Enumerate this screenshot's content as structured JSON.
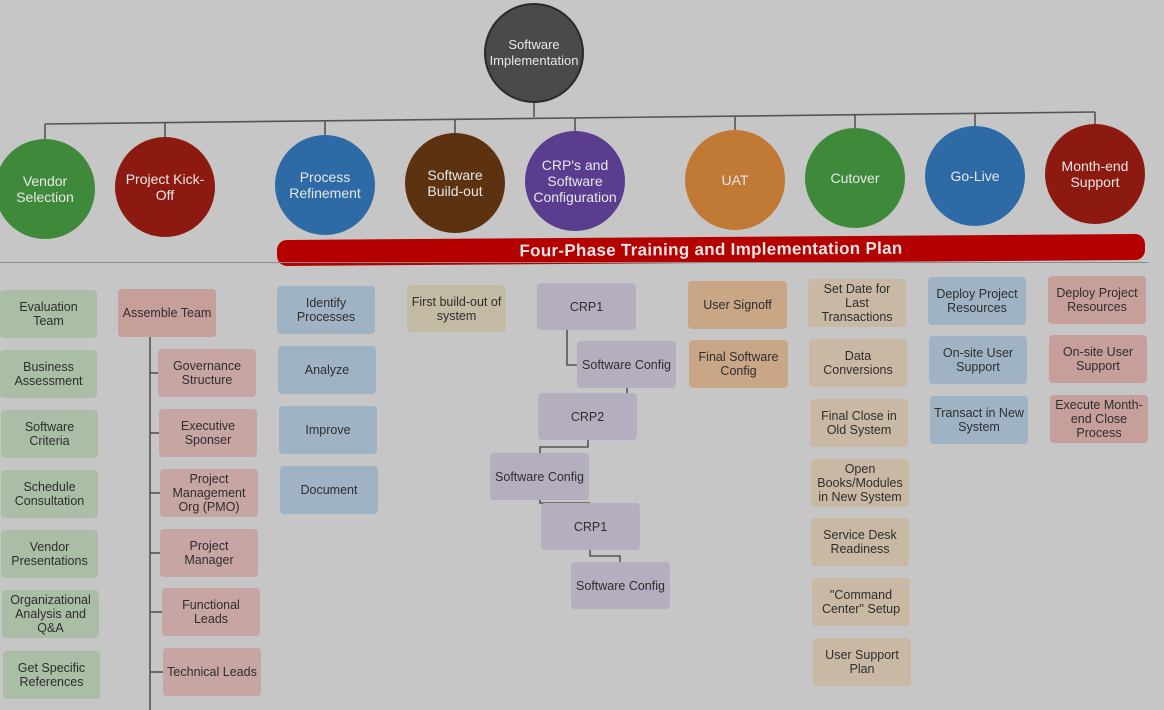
{
  "root": {
    "label": "Software Implementation"
  },
  "phases": [
    {
      "label": "Vendor Selection",
      "color": "#3f8a3a"
    },
    {
      "label": "Project Kick-Off",
      "color": "#8c1a10"
    },
    {
      "label": "Process Refinement",
      "color": "#2d6aa6"
    },
    {
      "label": "Software Build-out",
      "color": "#5c3210"
    },
    {
      "label": "CRP's and Software Configuration",
      "color": "#5a3d8f"
    },
    {
      "label": "UAT",
      "color": "#c07a35"
    },
    {
      "label": "Cutover",
      "color": "#3f8a3a"
    },
    {
      "label": "Go-Live",
      "color": "#2d6aa6"
    },
    {
      "label": "Month-end Support",
      "color": "#8c1a10"
    }
  ],
  "banner": {
    "label": "Four-Phase Training and Implementation Plan",
    "color": "#b50000"
  },
  "columns": {
    "vendor_selection": [
      "Evaluation Team",
      "Business Assessment",
      "Software Criteria",
      "Schedule Consultation",
      "Vendor Presentations",
      "Organizational Analysis and Q&A",
      "Get Specific References"
    ],
    "project_kickoff": {
      "head": "Assemble Team",
      "items": [
        "Governance Structure",
        "Executive Sponser",
        "Project Management Org (PMO)",
        "Project Manager",
        "Functional Leads",
        "Technical Leads"
      ]
    },
    "process_refinement": [
      "Identify Processes",
      "Analyze",
      "Improve",
      "Document"
    ],
    "software_buildout": [
      "First build-out of system"
    ],
    "crp": [
      "CRP1",
      "Software Config",
      "CRP2",
      "Software Config",
      "CRP1",
      "Software Config"
    ],
    "uat": [
      "User Signoff",
      "Final Software Config"
    ],
    "cutover": [
      "Set Date for Last Transactions",
      "Data Conversions",
      "Final Close in Old System",
      "Open Books/Modules in New System",
      "Service Desk Readiness",
      "\"Command Center\" Setup",
      "User Support Plan"
    ],
    "go_live": [
      "Deploy Project Resources",
      "On-site User Support",
      "Transact in New System"
    ],
    "month_end": [
      "Deploy Project Resources",
      "On-site User Support",
      "Execute Month-end Close Process"
    ]
  },
  "box_colors": {
    "green": "#a9bea4",
    "red": "#c6a5a2",
    "blue": "#a0b3c4",
    "tan": "#c2baa2",
    "purple": "#b5aebf",
    "orange": "#c9a685",
    "peach": "#c8b8a4",
    "rose": "#c69e9a"
  }
}
